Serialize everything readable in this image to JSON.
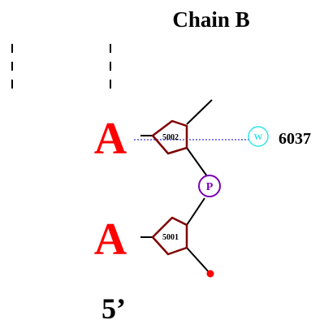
{
  "chain_title": "Chain B",
  "five_prime_label": "5’",
  "nucleotides": [
    {
      "base": "A",
      "residue_number": "5002"
    },
    {
      "base": "A",
      "residue_number": "5001"
    }
  ],
  "phosphate_label": "P",
  "water": {
    "symbol": "W",
    "id": "6037"
  },
  "colors": {
    "base_letter": "#ff0000",
    "sugar_ring": "#800000",
    "backbone": "#000000",
    "phosphate": "#7b00b3",
    "water_circle": "#33e6e6",
    "hbond_line": "#0000cc",
    "terminal_dot": "#ff0000"
  }
}
